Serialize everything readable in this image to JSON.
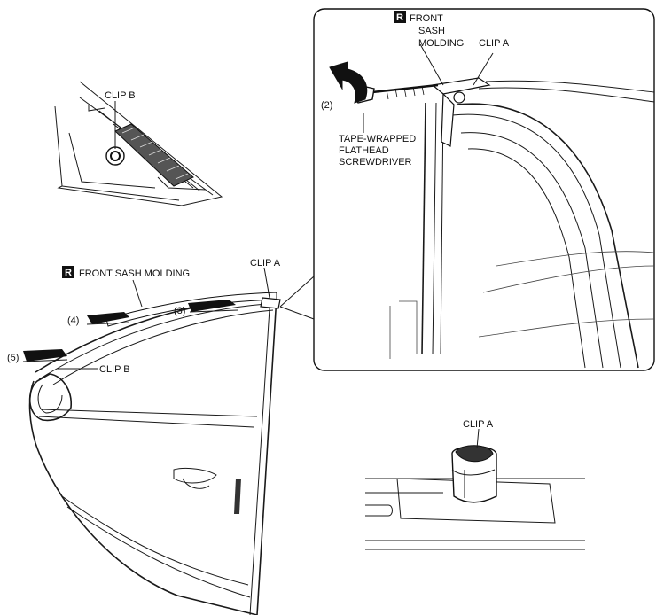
{
  "labels": {
    "r_badge": "R",
    "front": "FRONT",
    "sash": "SASH",
    "molding": "MOLDING",
    "front_sash_molding": "FRONT SASH MOLDING",
    "clip_a": "CLIP A",
    "clip_b": "CLIP B",
    "step2": "(2)",
    "step3": "(3)",
    "step4": "(4)",
    "step5": "(5)",
    "tape1": "TAPE-WRAPPED",
    "tape2": "FLATHEAD",
    "tape3": "SCREWDRIVER"
  }
}
